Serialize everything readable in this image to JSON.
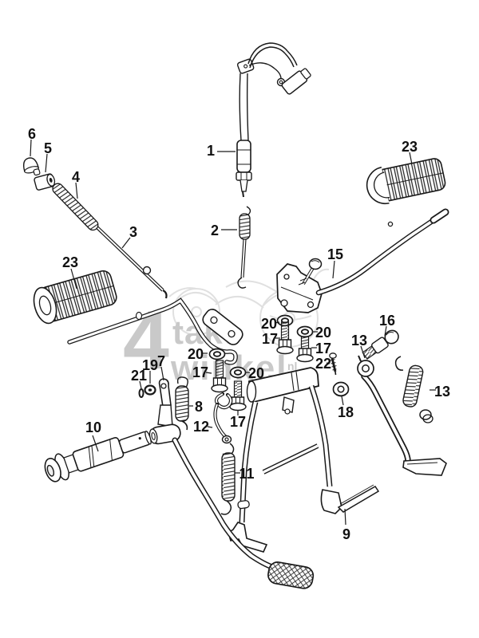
{
  "page": {
    "background": "#ffffff",
    "ink": "#1a1a1a"
  },
  "diagram": {
    "watermark": {
      "big": "4",
      "word1": "takt",
      "word2": "winkel",
      "suffix": "nl",
      "color": "#c9c9c9"
    },
    "labels": [
      {
        "text": "1"
      },
      {
        "text": "2"
      },
      {
        "text": "3"
      },
      {
        "text": "4"
      },
      {
        "text": "5"
      },
      {
        "text": "6"
      },
      {
        "text": "7"
      },
      {
        "text": "8"
      },
      {
        "text": "9"
      },
      {
        "text": "10"
      },
      {
        "text": "11"
      },
      {
        "text": "12"
      },
      {
        "text": "13"
      },
      {
        "text": "13"
      },
      {
        "text": "15"
      },
      {
        "text": "16"
      },
      {
        "text": "17"
      },
      {
        "text": "17"
      },
      {
        "text": "17"
      },
      {
        "text": "17"
      },
      {
        "text": "18"
      },
      {
        "text": "19"
      },
      {
        "text": "20"
      },
      {
        "text": "20"
      },
      {
        "text": "20"
      },
      {
        "text": "20"
      },
      {
        "text": "21"
      },
      {
        "text": "22"
      },
      {
        "text": "23"
      },
      {
        "text": "23"
      }
    ]
  }
}
